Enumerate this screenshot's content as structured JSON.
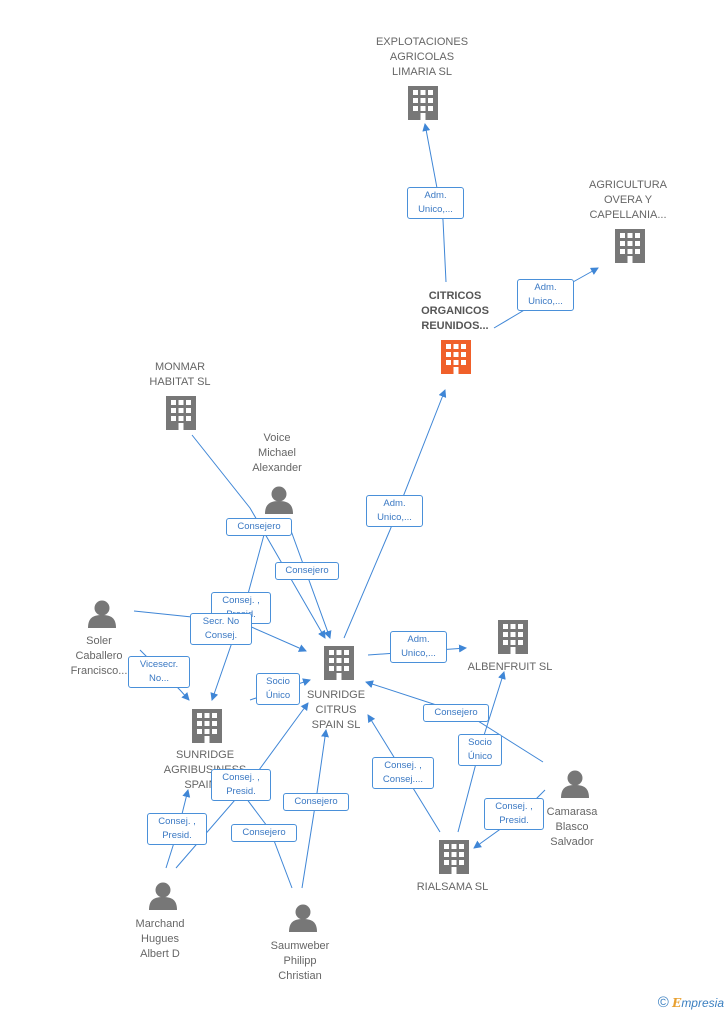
{
  "colors": {
    "edge": "#3f86d6",
    "node": "#777777",
    "highlight": "#f0602a"
  },
  "nodes": {
    "explotaciones": {
      "label": "EXPLOTACIONES\nAGRICOLAS\nLIMARIA  SL",
      "icon": "building-icon"
    },
    "agricultura": {
      "label": "AGRICULTURA\nOVERA Y\nCAPELLANIA...",
      "icon": "building-icon"
    },
    "citricos": {
      "label": "CITRICOS\nORGANICOS\nREUNIDOS...",
      "icon": "building-icon"
    },
    "monmar": {
      "label": "MONMAR\nHABITAT  SL",
      "icon": "building-icon"
    },
    "voice": {
      "label": "Voice\nMichael\nAlexander",
      "icon": "person-icon"
    },
    "soler": {
      "label": "Soler\nCaballero\nFrancisco...",
      "icon": "person-icon"
    },
    "sunridge_citrus": {
      "label": "SUNRIDGE\nCITRUS\nSPAIN  SL",
      "icon": "building-icon"
    },
    "albenfruit": {
      "label": "ALBENFRUIT SL",
      "icon": "building-icon"
    },
    "sunridge_agri": {
      "label": "SUNRIDGE\nAGRIBUSINESS\nSPAIN...",
      "icon": "building-icon"
    },
    "camarasa": {
      "label": "Camarasa\nBlasco\nSalvador",
      "icon": "person-icon"
    },
    "marchand": {
      "label": "Marchand\nHugues\nAlbert D",
      "icon": "person-icon"
    },
    "rialsama": {
      "label": "RIALSAMA  SL",
      "icon": "building-icon"
    },
    "saumweber": {
      "label": "Saumweber\nPhilipp\nChristian",
      "icon": "person-icon"
    }
  },
  "edges": {
    "e1": "Adm.\nUnico,...",
    "e2": "Adm.\nUnico,...",
    "e3": "Adm.\nUnico,...",
    "e4": "Consejero",
    "e5": "Consejero",
    "e6": "Consej. ,\nPresid.",
    "e7": "Secr.  No\nConsej.",
    "e8": "Vicesecr.\nNo...",
    "e9": "Adm.\nUnico,...",
    "e10": "Socio\nÚnico",
    "e11": "Consej. ,\nPresid.",
    "e12": "Consejero",
    "e13": "Consej. ,\nPresid.",
    "e14": "Consejero",
    "e15": "Consejero",
    "e16": "Consej. ,\nConsej....",
    "e17": "Socio\nÚnico",
    "e18": "Consej. ,\nPresid."
  },
  "footer": {
    "copyright": "©",
    "brand_first": "E",
    "brand_rest": "mpresia"
  }
}
